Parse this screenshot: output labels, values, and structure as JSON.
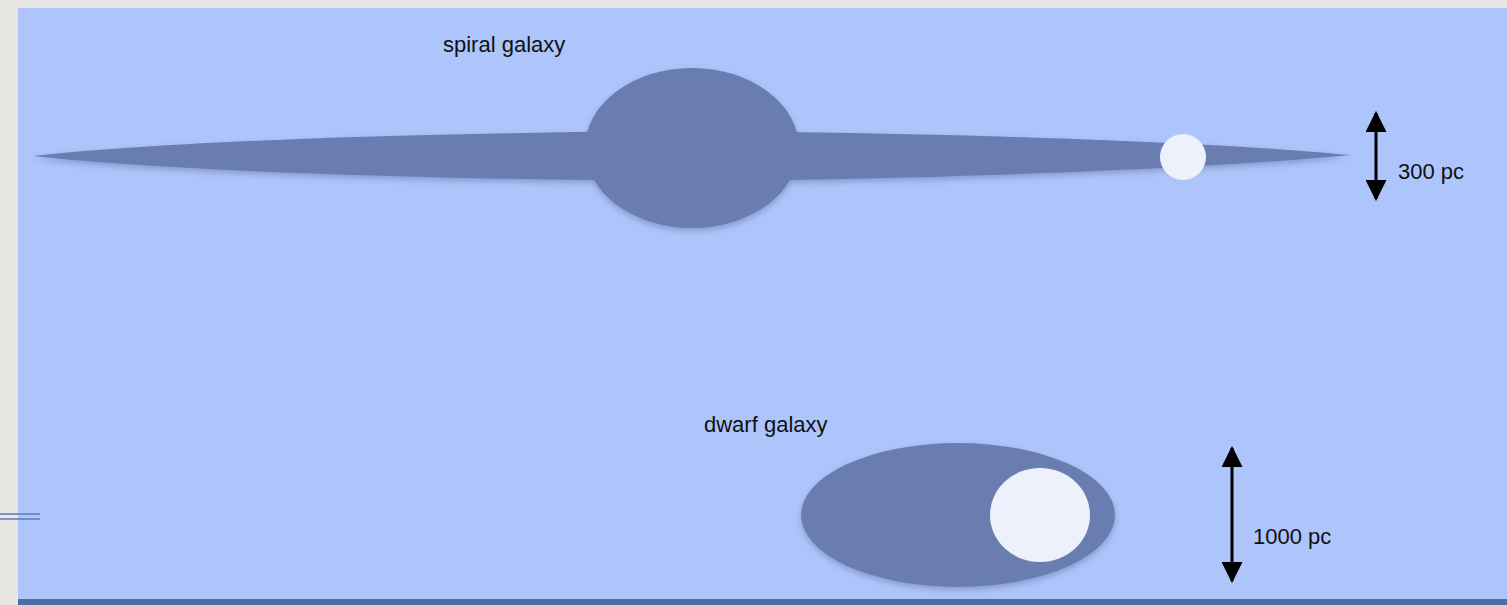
{
  "diagram": {
    "labels": [
      "spiral galaxy",
      "300 pc",
      "dwarf galaxy",
      "1000 pc"
    ]
  }
}
